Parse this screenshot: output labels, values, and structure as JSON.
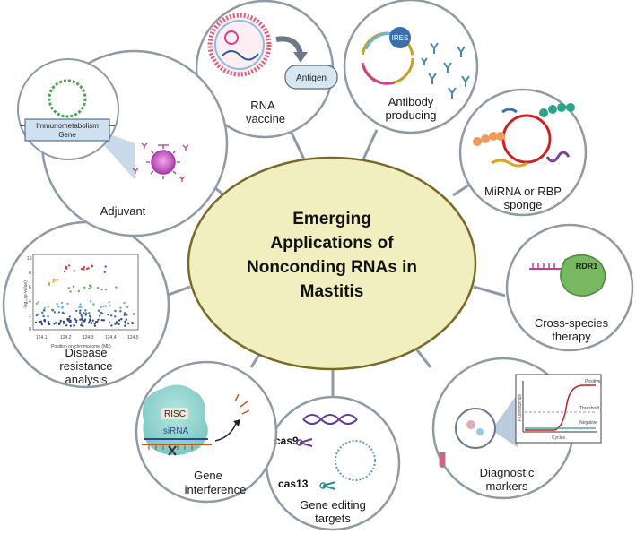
{
  "center": {
    "line1": "Emerging",
    "line2": "Applications of",
    "line3": "Nonconding RNAs in",
    "line4": "Mastitis"
  },
  "nodes": {
    "rna_vaccine": {
      "line1": "RNA",
      "line2": "vaccine",
      "antigen": "Antigen"
    },
    "antibody": {
      "line1": "Antibody",
      "line2": "producing",
      "ires": "IRES"
    },
    "mirna": {
      "line1": "MiRNA or RBP",
      "line2": "sponge"
    },
    "cross_species": {
      "line1": "Cross-species",
      "line2": "therapy",
      "rdr1": "RDR1"
    },
    "diagnostic": {
      "line1": "Diagnostic",
      "line2": "markers",
      "positive": "Positive",
      "threshold": "Threshold",
      "negative": "Negative",
      "xaxis": "Cycles",
      "yaxis": "Fluorescence"
    },
    "gene_editing": {
      "line1": "Gene editing",
      "line2": "targets",
      "cas9": "cas9",
      "cas13": "cas13"
    },
    "gene_interference": {
      "line1": "Gene",
      "line2": "interference",
      "risc": "RISC",
      "sirna": "siRNA"
    },
    "disease": {
      "line1": "Disease",
      "line2": "resistance",
      "line3": "analysis",
      "xaxis": "Position on chromosome (Mb)",
      "yaxis": "-log₁₀(p-value)",
      "xticks": [
        "124.1",
        "124.2",
        "124.3",
        "124.4",
        "124.5"
      ],
      "yticks": [
        "0",
        "2",
        "4",
        "6",
        "8",
        "10"
      ]
    },
    "adjuvant": {
      "line1": "Adjuvant",
      "box_line1": "Immunometabolism",
      "box_line2": "Gene"
    }
  },
  "colors": {
    "center_fill": "#f1eec0",
    "center_stroke": "#7a6a2a",
    "node_stroke": "#8e9aa6",
    "connector": "#8e9aa6"
  }
}
